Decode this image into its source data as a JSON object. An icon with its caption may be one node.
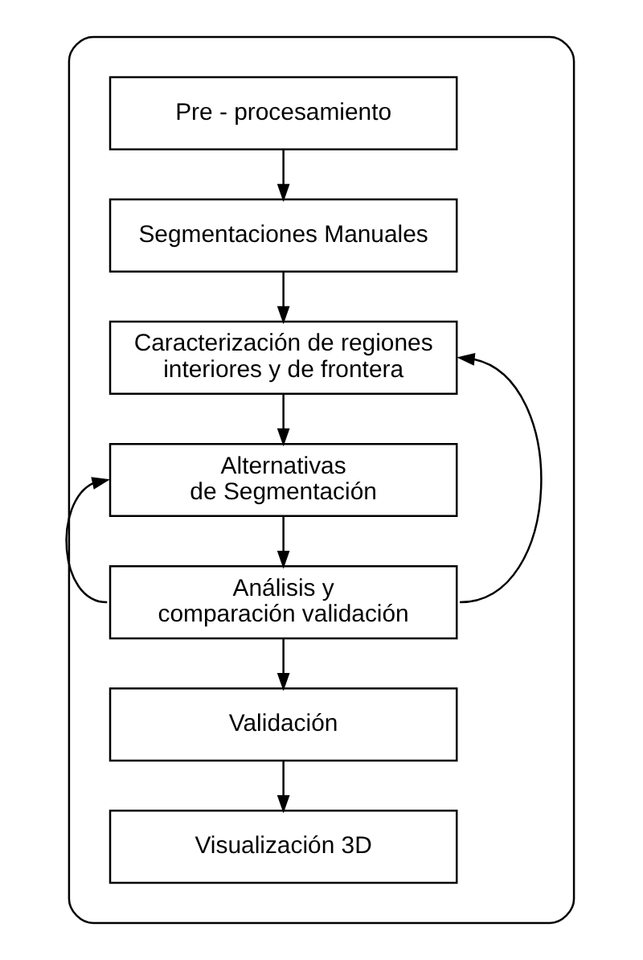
{
  "diagram": {
    "nodes": [
      {
        "text": [],
        "shape": "box"
      },
      {
        "text": [
          "Pre - procesamiento"
        ],
        "in": 0
      },
      {
        "text": [
          "Segmentaciones Manuales"
        ],
        "in": 0
      },
      {
        "text": [
          "Caracterización de regiones interiores y de frontera"
        ],
        "in": 0
      },
      {
        "text": [
          "Alternativas de Segmentación"
        ],
        "in": 0
      },
      {
        "text": [
          "Análisis y comparación validación"
        ],
        "in": 0
      },
      {
        "text": [
          "Validación"
        ],
        "in": 0
      },
      {
        "text": [
          "Visualización 3D"
        ],
        "in": 0
      }
    ],
    "edges": [
      {
        "from": 1,
        "to": 2,
        "arrow": "to"
      },
      {
        "from": 2,
        "to": 3,
        "arrow": "to"
      },
      {
        "from": 3,
        "to": 4,
        "arrow": "to"
      },
      {
        "from": 4,
        "to": 5,
        "arrow": "to"
      },
      {
        "from": 5,
        "to": 6,
        "arrow": "to"
      },
      {
        "from": 6,
        "to": 7,
        "arrow": "to"
      },
      {
        "from": 5,
        "to": 3,
        "arrow": "to"
      },
      {
        "from": 5,
        "to": 4,
        "arrow": "to"
      }
    ]
  }
}
